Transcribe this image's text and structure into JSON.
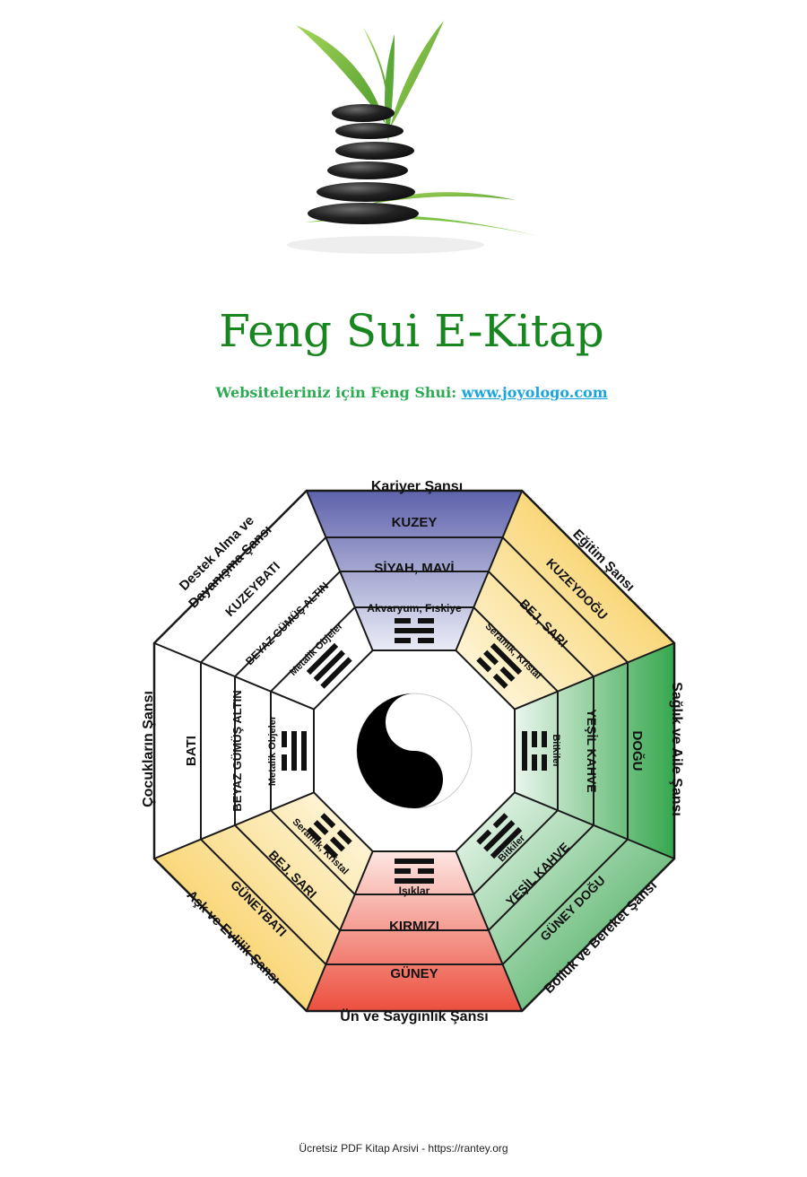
{
  "document": {
    "title": "Feng Sui E-Kitap",
    "subtitle_prefix": "Websiteleriniz için Feng Shui: ",
    "subtitle_link": "www.joyologo.com",
    "footer": "Ücretsiz PDF Kitap Arsivi - https://rantey.org"
  },
  "bagua": {
    "outer_labels": {
      "top": "Kariyer Şansı",
      "bottom": "Ün ve Saygınlık Şansı",
      "left": "Çocukların Şansı",
      "right": "Sağlık ve Aile Şansı",
      "top_left_line1": "Destek Alma ve",
      "top_left_line2": "Dayanışma Şansı",
      "top_right": "Eğitim Şansı",
      "bottom_left": "Aşk ve Evlilik Şansı",
      "bottom_right": "Bolluk ve Bereket Şansı"
    },
    "north": {
      "direction": "KUZEY",
      "color": "SİYAH, MAVİ",
      "element": "Akvaryum, Fıskiye"
    },
    "northeast": {
      "direction": "KUZEYDOĞU",
      "color": "BEJ, SARI",
      "element": "Seramik, Kristal"
    },
    "east": {
      "direction": "DOĞU",
      "color": "YEŞİL KAHVE",
      "element": "Bitkiler"
    },
    "southeast": {
      "direction": "GÜNEY DOĞU",
      "color": "YEŞİL KAHVE",
      "element": "Bitkiler"
    },
    "south": {
      "direction": "GÜNEY",
      "color": "KIRMIZI",
      "element": "Işıklar"
    },
    "southwest": {
      "direction": "GÜNEYBATI",
      "color": "BEJ, SARI",
      "element": "Seramik, Kristal"
    },
    "west": {
      "direction": "BATI",
      "color": "BEYAZ GÜMÜŞ ALTIN",
      "element": "Metalik Objeler"
    },
    "northwest": {
      "direction": "KUZEYBATI",
      "color": "BEYAZ GÜMÜŞ ALTIN",
      "element": "Metalik Objeler"
    },
    "colors": {
      "north": "#6f76bd",
      "northeast": "#f5c94a",
      "east": "#3aa552",
      "south": "#ec5a4a",
      "southwest": "#f5c94a",
      "west": "#ffffff",
      "stone": "#222222",
      "leaf": "#7cc242"
    }
  }
}
